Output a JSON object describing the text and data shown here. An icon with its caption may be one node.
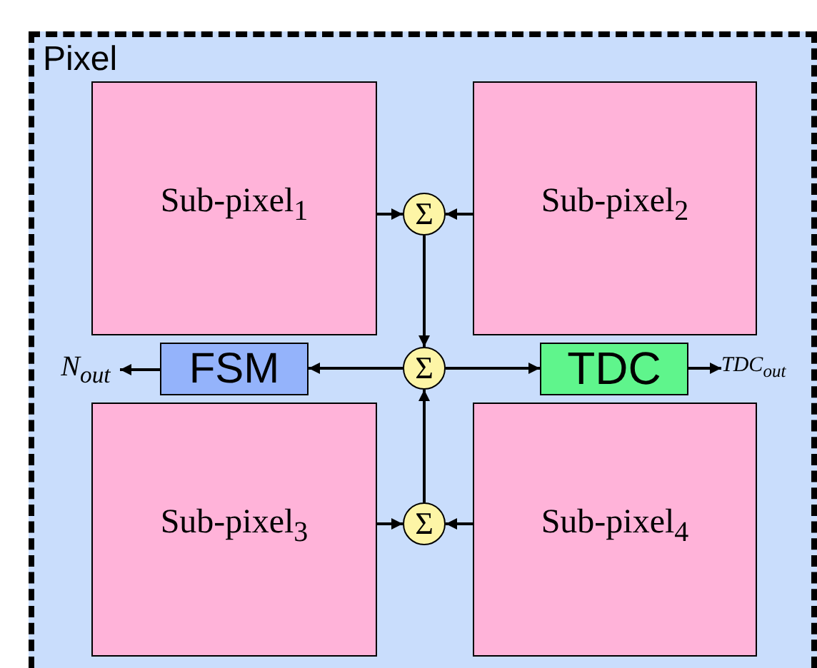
{
  "diagram": {
    "nodes": [
      {
        "text": [
          "Pixel"
        ]
      },
      {
        "text": [
          "Sub-pixel$_{1}$"
        ],
        "in": 0
      },
      {
        "text": [
          "Σ"
        ],
        "in": 0
      },
      {
        "text": [
          "Sub-pixel$_{2}$"
        ],
        "in": 0
      },
      {
        "text": [
          "N$_{out}$"
        ],
        "in": 0
      },
      {
        "text": [
          "FSM"
        ],
        "in": 0
      },
      {
        "text": [
          "Σ"
        ],
        "in": 0
      },
      {
        "text": [
          "TDC"
        ],
        "in": 0
      },
      {
        "text": [
          "TDC$_{out}$"
        ],
        "in": 0
      },
      {
        "text": [
          "Sub-pixel$_{3}$"
        ],
        "in": 0
      },
      {
        "text": [
          "Σ"
        ],
        "in": 0
      },
      {
        "text": [
          "Sub-pixel$_{4}$"
        ],
        "in": 0
      }
    ],
    "edges": [
      {
        "from": 1,
        "to": 2,
        "arrow": "to"
      },
      {
        "from": 3,
        "to": 2,
        "arrow": "to"
      },
      {
        "from": 2,
        "to": 6,
        "arrow": "to"
      },
      {
        "from": 10,
        "to": 6,
        "arrow": "to"
      },
      {
        "from": 9,
        "to": 10,
        "arrow": "to"
      },
      {
        "from": 11,
        "to": 10,
        "arrow": "to"
      },
      {
        "from": 6,
        "to": 5,
        "arrow": "to"
      },
      {
        "from": 6,
        "to": 7,
        "arrow": "to"
      },
      {
        "from": 5,
        "to": 4,
        "arrow": "to"
      },
      {
        "from": 7,
        "to": 8,
        "arrow": "to"
      }
    ]
  }
}
